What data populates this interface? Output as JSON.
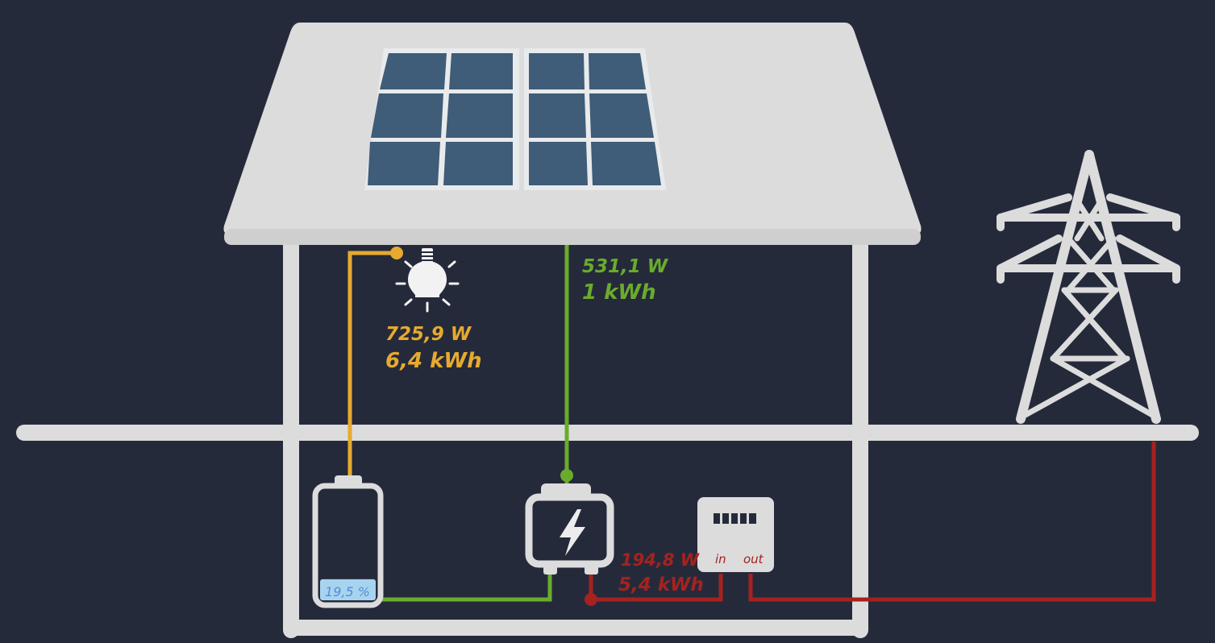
{
  "colors": {
    "background": "#252a3b",
    "structure": "#dcdcdc",
    "panel": "#3f5c78",
    "consumption": "#e6aa2e",
    "solar": "#6aab2c",
    "grid": "#a5221f",
    "battery_fill": "#a8d3f0",
    "battery_text": "#4f8fd6"
  },
  "icons": {
    "house": "house-icon",
    "solar_panels": "solar-panel-icon",
    "bulb": "lightbulb-icon",
    "battery": "battery-icon",
    "inverter": "inverter-bolt-icon",
    "meter": "energy-meter-icon",
    "pylon": "power-pylon-icon"
  },
  "consumption": {
    "power": "725,9 W",
    "energy": "6,4 kWh"
  },
  "solar": {
    "power": "531,1 W",
    "energy": "1 kWh"
  },
  "grid": {
    "power": "194,8 W",
    "energy": "5,4 kWh"
  },
  "battery": {
    "level_text": "19,5 %",
    "level_fraction": 0.195
  },
  "meter": {
    "in_label": "in",
    "out_label": "out"
  }
}
